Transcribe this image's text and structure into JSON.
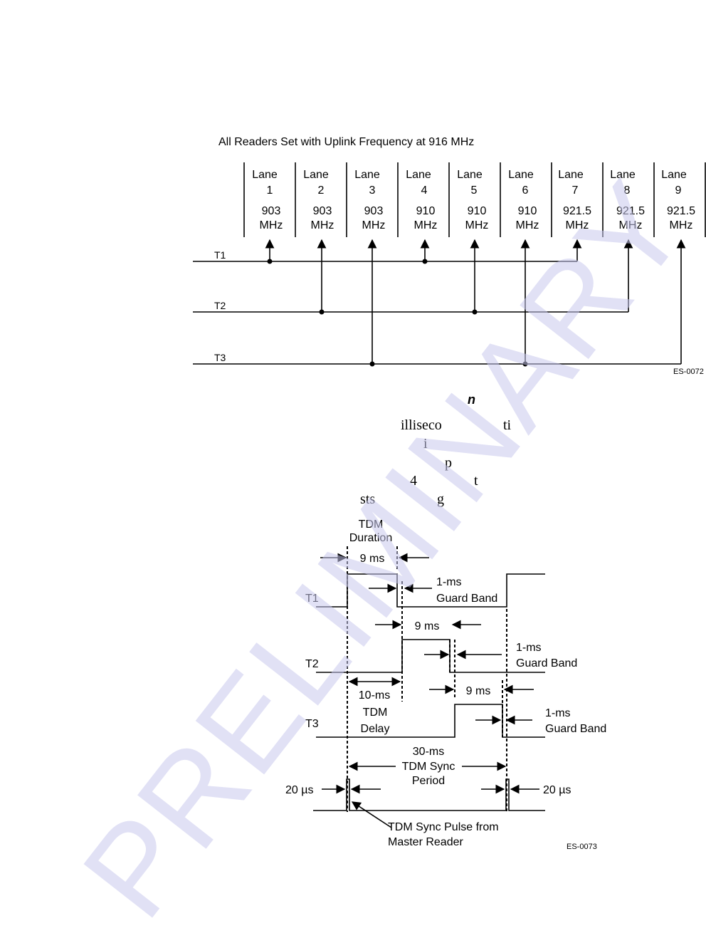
{
  "diagram1": {
    "title": "All Readers Set with Uplink Frequency at 916 MHz",
    "lanes": [
      {
        "lane": "Lane",
        "num": "1",
        "freq": "903",
        "unit": "MHz"
      },
      {
        "lane": "Lane",
        "num": "2",
        "freq": "903",
        "unit": "MHz"
      },
      {
        "lane": "Lane",
        "num": "3",
        "freq": "903",
        "unit": "MHz"
      },
      {
        "lane": "Lane",
        "num": "4",
        "freq": "910",
        "unit": "MHz"
      },
      {
        "lane": "Lane",
        "num": "5",
        "freq": "910",
        "unit": "MHz"
      },
      {
        "lane": "Lane",
        "num": "6",
        "freq": "910",
        "unit": "MHz"
      },
      {
        "lane": "Lane",
        "num": "7",
        "freq": "921.5",
        "unit": "MHz"
      },
      {
        "lane": "Lane",
        "num": "8",
        "freq": "921.5",
        "unit": "MHz"
      },
      {
        "lane": "Lane",
        "num": "9",
        "freq": "921.5",
        "unit": "MHz"
      }
    ],
    "rows": [
      "T1",
      "T2",
      "T3"
    ],
    "code": "ES-0072"
  },
  "fragments": {
    "f1": "n",
    "f2": "illiseco",
    "f3": "ti",
    "f4": "i",
    "f5": "p",
    "f6": "4",
    "f7": "t",
    "f8": "sts",
    "f9": "g"
  },
  "diagram2": {
    "tdm_duration_1": "TDM",
    "tdm_duration_2": "Duration",
    "t1": "T1",
    "t2": "T2",
    "t3": "T3",
    "ms9_a": "9 ms",
    "ms9_b": "9 ms",
    "ms9_c": "9 ms",
    "guard1_a": "1-ms",
    "guard1_b": "Guard Band",
    "guard2_a": "1-ms",
    "guard2_b": "Guard Band",
    "guard3_a": "1-ms",
    "guard3_b": "Guard Band",
    "delay_a": "10-ms",
    "delay_b": "TDM",
    "delay_c": "Delay",
    "sync_a": "30-ms",
    "sync_b": "TDM Sync",
    "sync_c": "Period",
    "us20_left": "20 µs",
    "us20_right": "20 µs",
    "pulse_a": "TDM Sync Pulse from",
    "pulse_b": "Master Reader",
    "code": "ES-0073"
  },
  "watermark": "PRELIMINARY"
}
